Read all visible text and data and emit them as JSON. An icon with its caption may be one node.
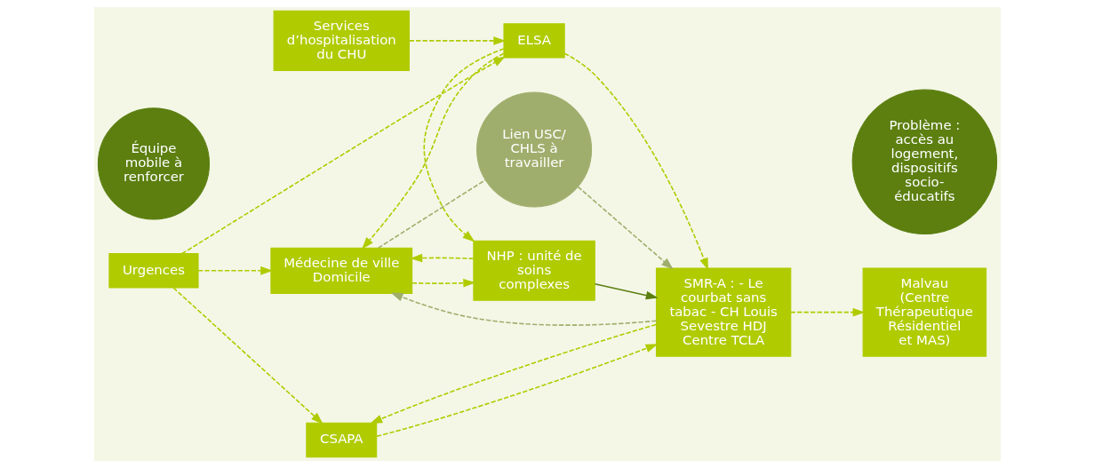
{
  "diagram": {
    "nodes": [
      {
        "text": [
          "CSAPA"
        ]
      },
      {
        "text": [
          "Malvau (Centre Thérapeutique Résidentiel et MAS)"
        ]
      },
      {
        "text": [
          "Services d’hospitalisation du CHU"
        ]
      },
      {
        "text": [
          "Urgences"
        ]
      },
      {
        "text": [
          "ELSA"
        ]
      },
      {
        "text": [
          "SMR-A : - Le courbat sans tabac - CH Louis Sevestre HDJ Centre TCLA"
        ]
      },
      {
        "text": [
          "NHP : unité de soins complexes"
        ]
      },
      {
        "text": [
          "Équipe mobile à renforcer"
        ]
      },
      {
        "text": [
          "Médecine de ville Domicile"
        ]
      },
      {
        "text": [
          "Lien USC/ CHLS à travailler"
        ]
      },
      {
        "text": [
          "Problème : accès au logement, dispositifs socio-éducatifs"
        ]
      }
    ],
    "edges": [
      {
        "from": 3,
        "to": 0,
        "arrow": "to",
        "style": "dashed"
      },
      {
        "from": 3,
        "to": 4,
        "arrow": "to",
        "style": "dashed"
      },
      {
        "from": 3,
        "to": 8,
        "arrow": "to",
        "style": "dashed"
      },
      {
        "from": 0,
        "to": 5,
        "arrow": "to",
        "style": "dashed"
      },
      {
        "from": 5,
        "to": 0,
        "arrow": "to",
        "style": "dashed"
      },
      {
        "from": 2,
        "to": 4,
        "arrow": "to",
        "style": "dashed"
      },
      {
        "from": 4,
        "to": 5,
        "arrow": "to",
        "style": "dashed"
      },
      {
        "from": 4,
        "to": 6,
        "arrow": "to",
        "style": "dashed"
      },
      {
        "from": 4,
        "to": 8,
        "arrow": "to",
        "style": "dashed"
      },
      {
        "from": 6,
        "to": 5,
        "arrow": "to",
        "color": "#5c7f10"
      },
      {
        "from": 8,
        "to": 6,
        "arrow": "to",
        "style": "dashed"
      },
      {
        "from": 6,
        "to": 8,
        "arrow": "to",
        "style": "dashed"
      },
      {
        "from": 8,
        "to": 9,
        "arrow": "none",
        "style": "dashed",
        "color": "#9fae6c"
      },
      {
        "from": 9,
        "to": 5,
        "arrow": "to",
        "style": "dashed",
        "color": "#9fae6c"
      },
      {
        "from": 5,
        "to": 8,
        "arrow": "to",
        "style": "dashed",
        "color": "#9fae6c"
      },
      {
        "from": 5,
        "to": 1,
        "arrow": "to",
        "style": "dashed"
      }
    ]
  }
}
